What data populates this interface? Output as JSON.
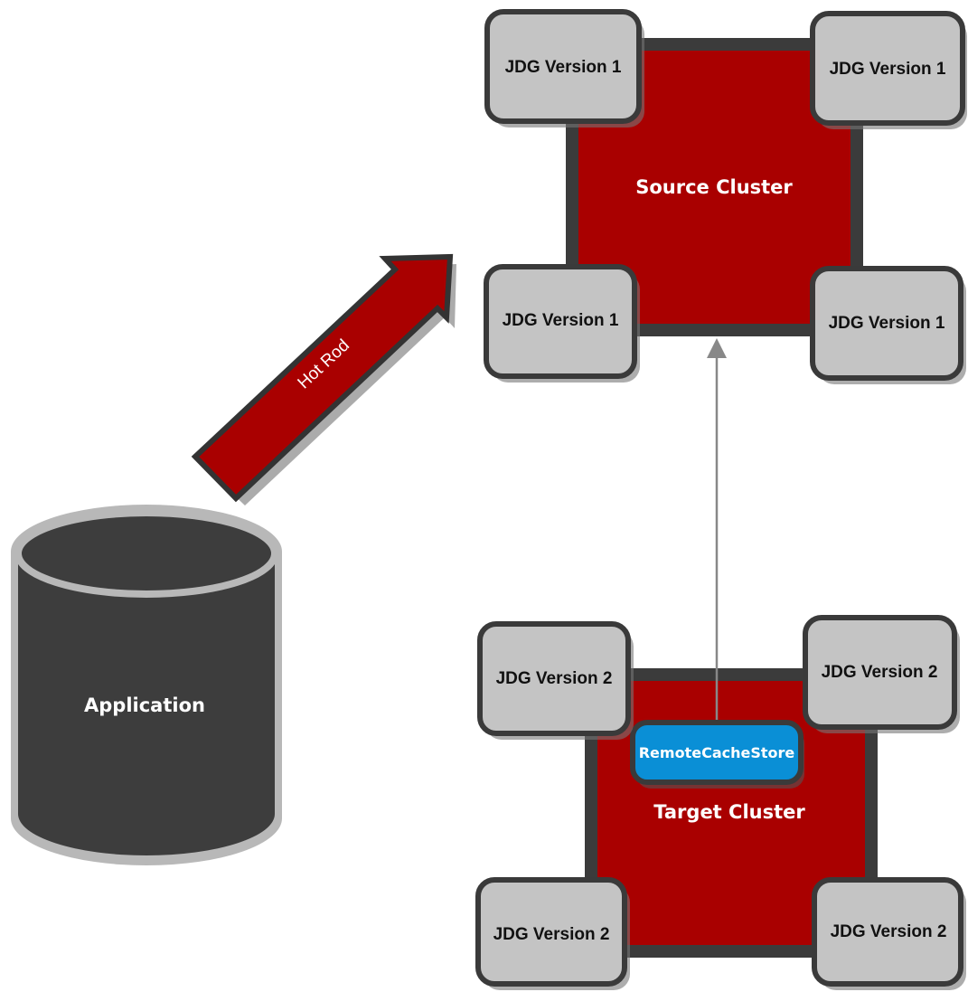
{
  "application": {
    "label": "Application"
  },
  "connection": {
    "label": "Hot Rod"
  },
  "source_cluster": {
    "label": "Source Cluster",
    "nodes": [
      "JDG Version 1",
      "JDG Version 1",
      "JDG Version 1",
      "JDG Version 1"
    ]
  },
  "target_cluster": {
    "label": "Target Cluster",
    "store_label": "RemoteCacheStore",
    "nodes": [
      "JDG Version 2",
      "JDG Version 2",
      "JDG Version 2",
      "JDG Version 2"
    ]
  },
  "colors": {
    "cluster_fill": "#a90000",
    "cluster_border": "#3b3b3b",
    "node_fill": "#c4c4c4",
    "node_border": "#3a3a3a",
    "application_fill": "#3d3d3d",
    "store_fill": "#0a8fd6",
    "connector_line": "#888888"
  }
}
